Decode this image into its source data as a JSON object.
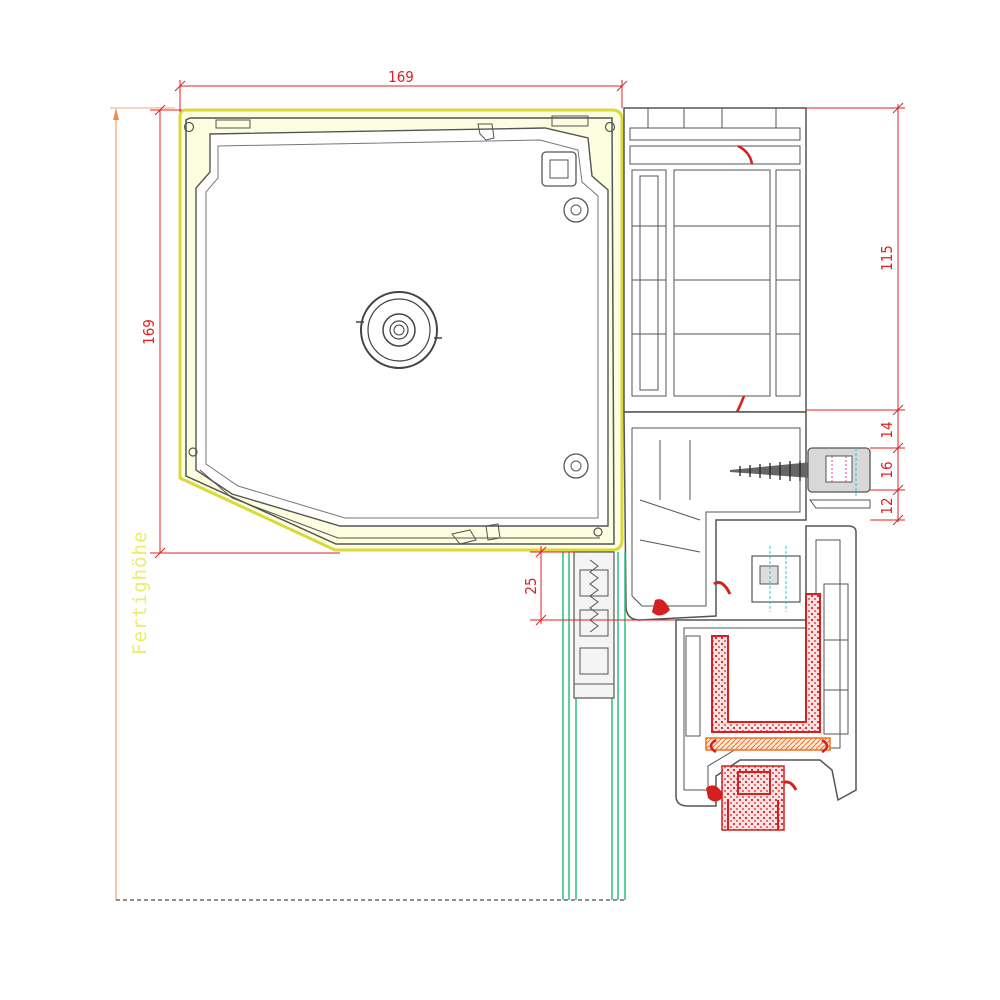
{
  "dimensions": {
    "box_width": "169",
    "box_height": "169",
    "frame_upper": "115",
    "frame_a": "14",
    "frame_b": "16",
    "frame_c": "12",
    "guide_offset": "25"
  },
  "labels": {
    "finished_height": "Fertighöhe"
  },
  "colors": {
    "dimension": "#e02020",
    "outline": "#555555",
    "insulation": "#e8e85a",
    "glass": "#2ebf7e",
    "steel": "#d42020",
    "construction": "#f08a50"
  }
}
